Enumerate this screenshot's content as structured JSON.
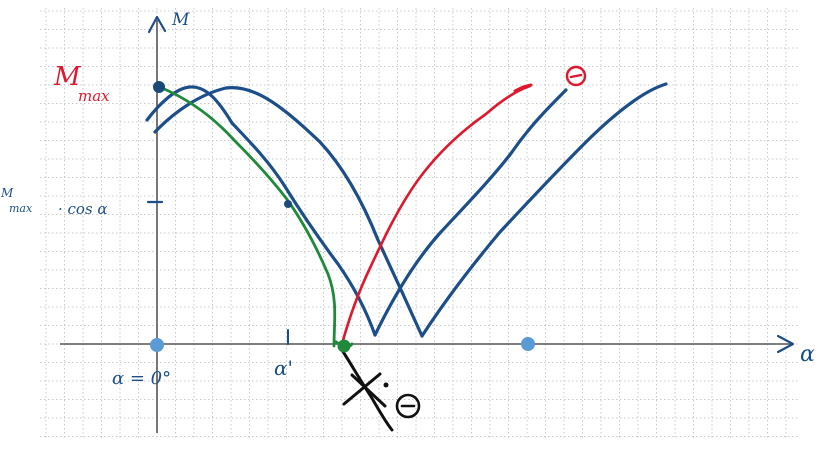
{
  "colors": {
    "background": "#ffffff",
    "grid": "#c9c9c9",
    "axis": "#555555",
    "ink_blue": "#1c4f8a",
    "ink_red": "#e0182d",
    "ink_green": "#1f8a3a",
    "ink_black": "#111111",
    "point_light_blue": "#5b9bd5",
    "point_dark": "#1a4a7a"
  },
  "labels": {
    "y_axis": "M",
    "x_axis": "α",
    "m_max_main": "M",
    "m_max_sub": "max",
    "m_max_cos_main": "M",
    "m_max_cos_sub": "max",
    "m_max_cos_rest": "· cos α",
    "alpha_zero": "α = 0°",
    "alpha_prime": "α'",
    "minus_sign": "−"
  }
}
